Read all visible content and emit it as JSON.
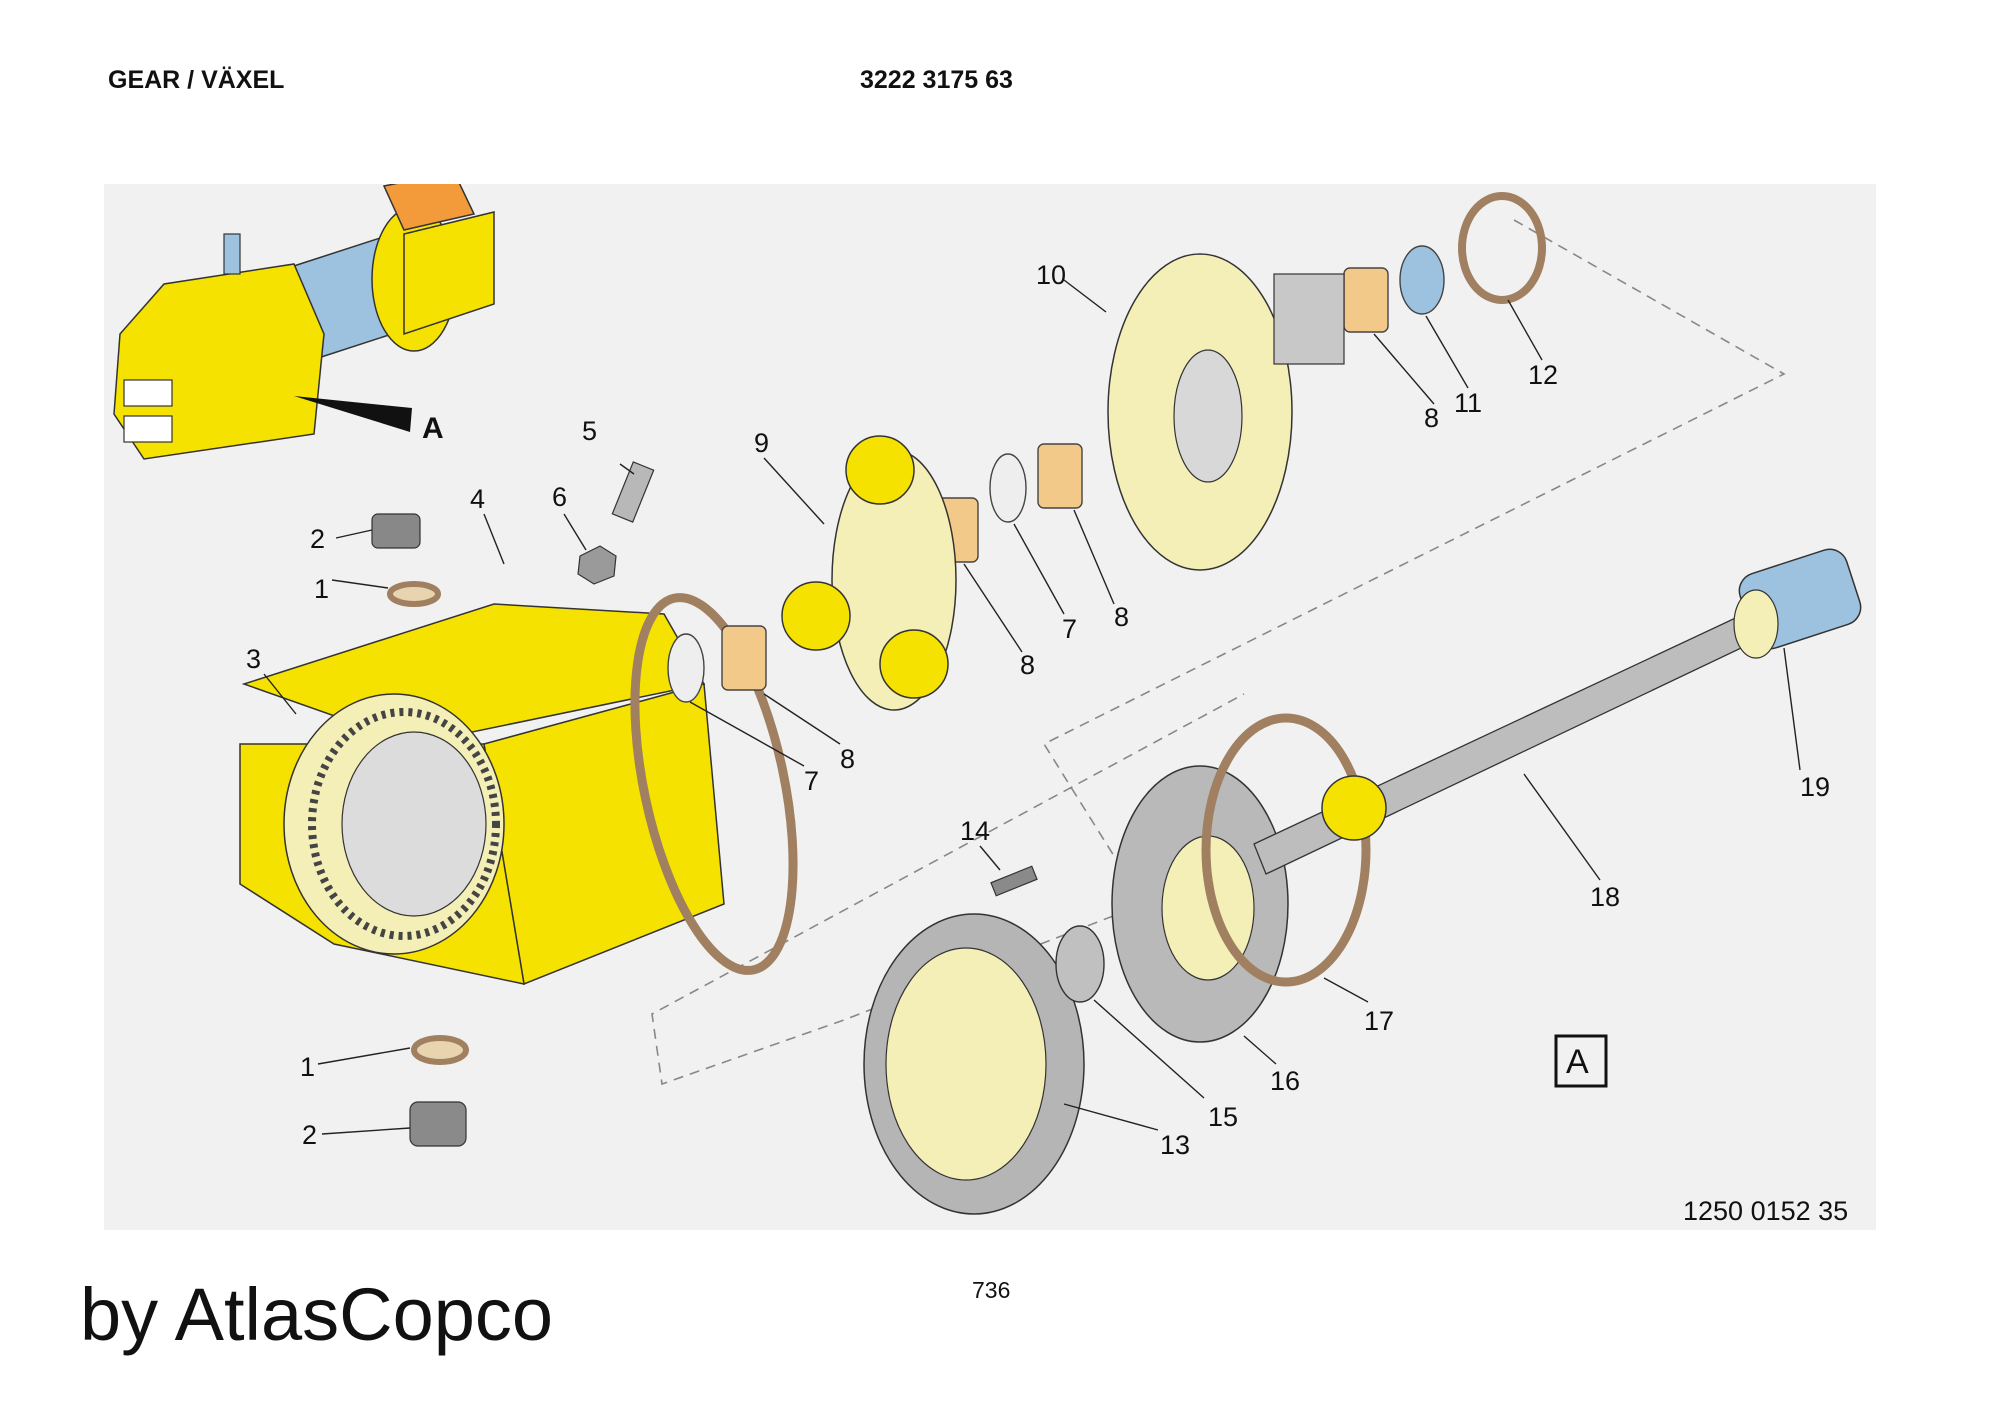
{
  "header": {
    "title": "GEAR / VÄXEL",
    "part_number": "3222 3175 63"
  },
  "view_marker": "A",
  "view_box_label": "A",
  "drawing_number": "1250 0152 35",
  "page_number": "736",
  "brand": "by AtlasCopco",
  "colors": {
    "housing": "#f6e200",
    "flange": "#f3efb6",
    "orange_block": "#f39a3a",
    "shaft_blue": "#9cc2df",
    "seal_brown": "#a08060",
    "steel": "#bdbdbd",
    "panel": "#f1f1f1"
  },
  "callouts": [
    {
      "id": "c1a",
      "label": "1"
    },
    {
      "id": "c1b",
      "label": "1"
    },
    {
      "id": "c2a",
      "label": "2"
    },
    {
      "id": "c2b",
      "label": "2"
    },
    {
      "id": "c3",
      "label": "3"
    },
    {
      "id": "c4",
      "label": "4"
    },
    {
      "id": "c5",
      "label": "5"
    },
    {
      "id": "c6",
      "label": "6"
    },
    {
      "id": "c7a",
      "label": "7"
    },
    {
      "id": "c7b",
      "label": "7"
    },
    {
      "id": "c8a",
      "label": "8"
    },
    {
      "id": "c8b",
      "label": "8"
    },
    {
      "id": "c8c",
      "label": "8"
    },
    {
      "id": "c8d",
      "label": "8"
    },
    {
      "id": "c9",
      "label": "9"
    },
    {
      "id": "c10",
      "label": "10"
    },
    {
      "id": "c11",
      "label": "11"
    },
    {
      "id": "c12",
      "label": "12"
    },
    {
      "id": "c13",
      "label": "13"
    },
    {
      "id": "c14",
      "label": "14"
    },
    {
      "id": "c15",
      "label": "15"
    },
    {
      "id": "c16",
      "label": "16"
    },
    {
      "id": "c17",
      "label": "17"
    },
    {
      "id": "c18",
      "label": "18"
    },
    {
      "id": "c19",
      "label": "19"
    }
  ]
}
